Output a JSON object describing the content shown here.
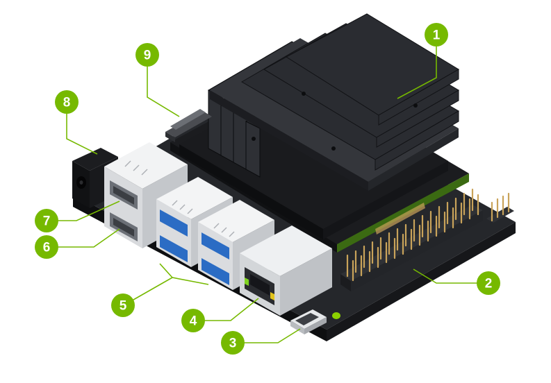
{
  "diagram": {
    "colors": {
      "accent": "#76b900",
      "leader": "#76b900",
      "board": "#1f2124",
      "heatsink": "#2b2d31",
      "port_white": "#e8eaec",
      "usb_blue": "#2b6cc4",
      "header_pin": "#c9a35a"
    },
    "callouts": [
      {
        "id": 1,
        "label": "1"
      },
      {
        "id": 2,
        "label": "2"
      },
      {
        "id": 3,
        "label": "3"
      },
      {
        "id": 4,
        "label": "4"
      },
      {
        "id": 5,
        "label": "5"
      },
      {
        "id": 6,
        "label": "6"
      },
      {
        "id": 7,
        "label": "7"
      },
      {
        "id": 8,
        "label": "8"
      },
      {
        "id": 9,
        "label": "9"
      }
    ]
  }
}
